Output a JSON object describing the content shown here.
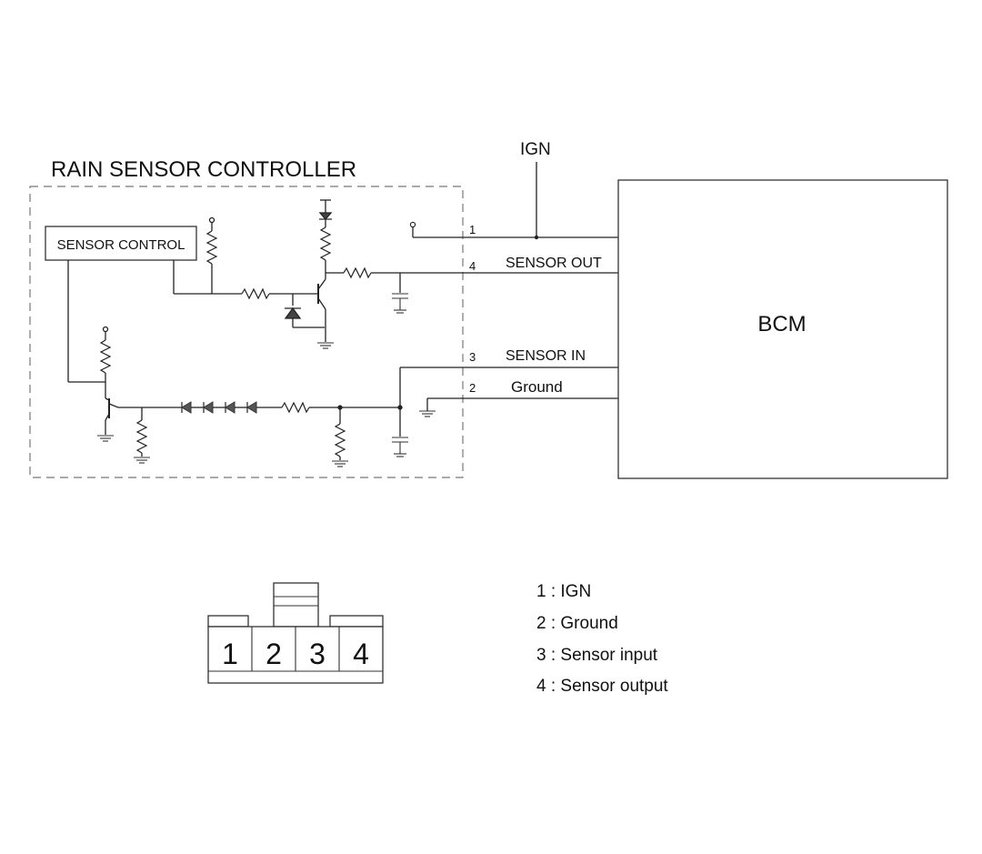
{
  "controller": {
    "title": "RAIN SENSOR CONTROLLER",
    "block_label": "SENSOR CONTROL"
  },
  "power": {
    "label": "IGN"
  },
  "bcm": {
    "label": "BCM"
  },
  "pins": [
    {
      "number": "1",
      "label": ""
    },
    {
      "number": "4",
      "label": "SENSOR OUT"
    },
    {
      "number": "3",
      "label": "SENSOR IN"
    },
    {
      "number": "2",
      "label": "Ground"
    }
  ],
  "connector": {
    "terminals": [
      "1",
      "2",
      "3",
      "4"
    ]
  },
  "legend": [
    "1 : IGN",
    "2 : Ground",
    "3 : Sensor input",
    "4 : Sensor output"
  ]
}
